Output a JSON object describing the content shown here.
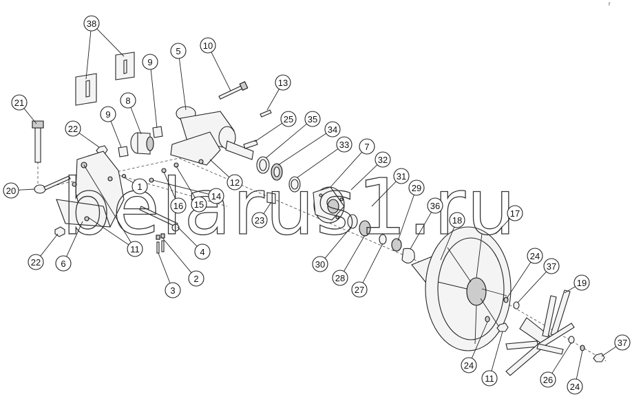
{
  "watermark": "belarus1.ru",
  "corner_mark": "r",
  "callouts": [
    {
      "id": "c38",
      "label": "38"
    },
    {
      "id": "c10",
      "label": "10"
    },
    {
      "id": "c5",
      "label": "5"
    },
    {
      "id": "c9a",
      "label": "9"
    },
    {
      "id": "c13",
      "label": "13"
    },
    {
      "id": "c21",
      "label": "21"
    },
    {
      "id": "c8",
      "label": "8"
    },
    {
      "id": "c9b",
      "label": "9"
    },
    {
      "id": "c22a",
      "label": "22"
    },
    {
      "id": "c25",
      "label": "25"
    },
    {
      "id": "c35",
      "label": "35"
    },
    {
      "id": "c34",
      "label": "34"
    },
    {
      "id": "c33",
      "label": "33"
    },
    {
      "id": "c7",
      "label": "7"
    },
    {
      "id": "c32",
      "label": "32"
    },
    {
      "id": "c31",
      "label": "31"
    },
    {
      "id": "c29",
      "label": "29"
    },
    {
      "id": "c20",
      "label": "20"
    },
    {
      "id": "c12",
      "label": "12"
    },
    {
      "id": "c1",
      "label": "1"
    },
    {
      "id": "c16",
      "label": "16"
    },
    {
      "id": "c15",
      "label": "15"
    },
    {
      "id": "c14",
      "label": "14"
    },
    {
      "id": "c23",
      "label": "23"
    },
    {
      "id": "c36",
      "label": "36"
    },
    {
      "id": "c18",
      "label": "18"
    },
    {
      "id": "c17",
      "label": "17"
    },
    {
      "id": "c11a",
      "label": "11"
    },
    {
      "id": "c22b",
      "label": "22"
    },
    {
      "id": "c6",
      "label": "6"
    },
    {
      "id": "c4",
      "label": "4"
    },
    {
      "id": "c2",
      "label": "2"
    },
    {
      "id": "c3",
      "label": "3"
    },
    {
      "id": "c30",
      "label": "30"
    },
    {
      "id": "c28",
      "label": "28"
    },
    {
      "id": "c27",
      "label": "27"
    },
    {
      "id": "c24a",
      "label": "24"
    },
    {
      "id": "c37a",
      "label": "37"
    },
    {
      "id": "c19",
      "label": "19"
    },
    {
      "id": "c24b",
      "label": "24"
    },
    {
      "id": "c11b",
      "label": "11"
    },
    {
      "id": "c26",
      "label": "26"
    },
    {
      "id": "c24c",
      "label": "24"
    },
    {
      "id": "c37b",
      "label": "37"
    }
  ]
}
